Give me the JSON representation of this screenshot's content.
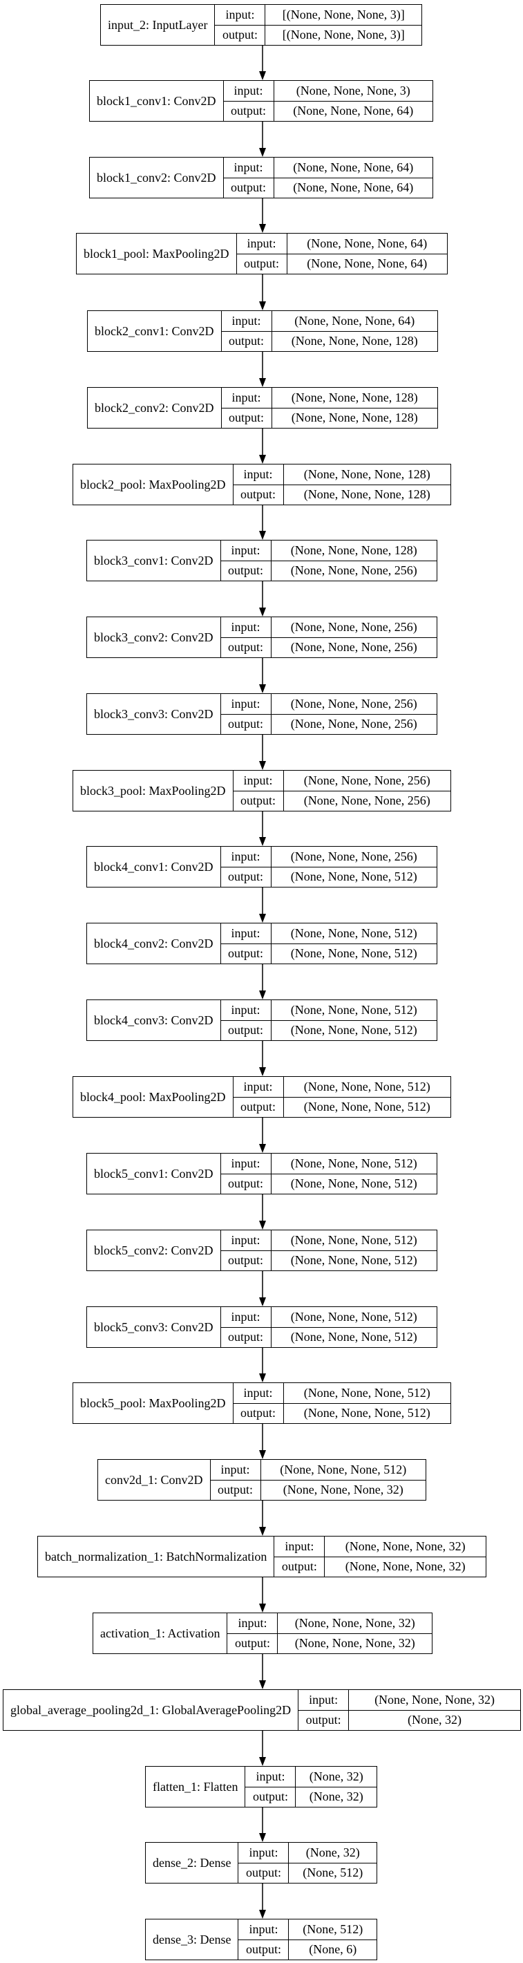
{
  "labels": {
    "input": "input:",
    "output": "output:"
  },
  "layers": [
    {
      "name": "input_2: InputLayer",
      "input": "[(None, None, None, 3)]",
      "output": "[(None, None, None, 3)]"
    },
    {
      "name": "block1_conv1: Conv2D",
      "input": "(None, None, None, 3)",
      "output": "(None, None, None, 64)"
    },
    {
      "name": "block1_conv2: Conv2D",
      "input": "(None, None, None, 64)",
      "output": "(None, None, None, 64)"
    },
    {
      "name": "block1_pool: MaxPooling2D",
      "input": "(None, None, None, 64)",
      "output": "(None, None, None, 64)"
    },
    {
      "name": "block2_conv1: Conv2D",
      "input": "(None, None, None, 64)",
      "output": "(None, None, None, 128)"
    },
    {
      "name": "block2_conv2: Conv2D",
      "input": "(None, None, None, 128)",
      "output": "(None, None, None, 128)"
    },
    {
      "name": "block2_pool: MaxPooling2D",
      "input": "(None, None, None, 128)",
      "output": "(None, None, None, 128)"
    },
    {
      "name": "block3_conv1: Conv2D",
      "input": "(None, None, None, 128)",
      "output": "(None, None, None, 256)"
    },
    {
      "name": "block3_conv2: Conv2D",
      "input": "(None, None, None, 256)",
      "output": "(None, None, None, 256)"
    },
    {
      "name": "block3_conv3: Conv2D",
      "input": "(None, None, None, 256)",
      "output": "(None, None, None, 256)"
    },
    {
      "name": "block3_pool: MaxPooling2D",
      "input": "(None, None, None, 256)",
      "output": "(None, None, None, 256)"
    },
    {
      "name": "block4_conv1: Conv2D",
      "input": "(None, None, None, 256)",
      "output": "(None, None, None, 512)"
    },
    {
      "name": "block4_conv2: Conv2D",
      "input": "(None, None, None, 512)",
      "output": "(None, None, None, 512)"
    },
    {
      "name": "block4_conv3: Conv2D",
      "input": "(None, None, None, 512)",
      "output": "(None, None, None, 512)"
    },
    {
      "name": "block4_pool: MaxPooling2D",
      "input": "(None, None, None, 512)",
      "output": "(None, None, None, 512)"
    },
    {
      "name": "block5_conv1: Conv2D",
      "input": "(None, None, None, 512)",
      "output": "(None, None, None, 512)"
    },
    {
      "name": "block5_conv2: Conv2D",
      "input": "(None, None, None, 512)",
      "output": "(None, None, None, 512)"
    },
    {
      "name": "block5_conv3: Conv2D",
      "input": "(None, None, None, 512)",
      "output": "(None, None, None, 512)"
    },
    {
      "name": "block5_pool: MaxPooling2D",
      "input": "(None, None, None, 512)",
      "output": "(None, None, None, 512)"
    },
    {
      "name": "conv2d_1: Conv2D",
      "input": "(None, None, None, 512)",
      "output": "(None, None, None, 32)"
    },
    {
      "name": "batch_normalization_1: BatchNormalization",
      "input": "(None, None, None, 32)",
      "output": "(None, None, None, 32)"
    },
    {
      "name": "activation_1: Activation",
      "input": "(None, None, None, 32)",
      "output": "(None, None, None, 32)"
    },
    {
      "name": "global_average_pooling2d_1: GlobalAveragePooling2D",
      "input": "(None, None, None, 32)",
      "output": "(None, 32)"
    },
    {
      "name": "flatten_1: Flatten",
      "input": "(None, 32)",
      "output": "(None, 32)"
    },
    {
      "name": "dense_2: Dense",
      "input": "(None, 32)",
      "output": "(None, 512)"
    },
    {
      "name": "dense_3: Dense",
      "input": "(None, 512)",
      "output": "(None, 6)"
    }
  ]
}
